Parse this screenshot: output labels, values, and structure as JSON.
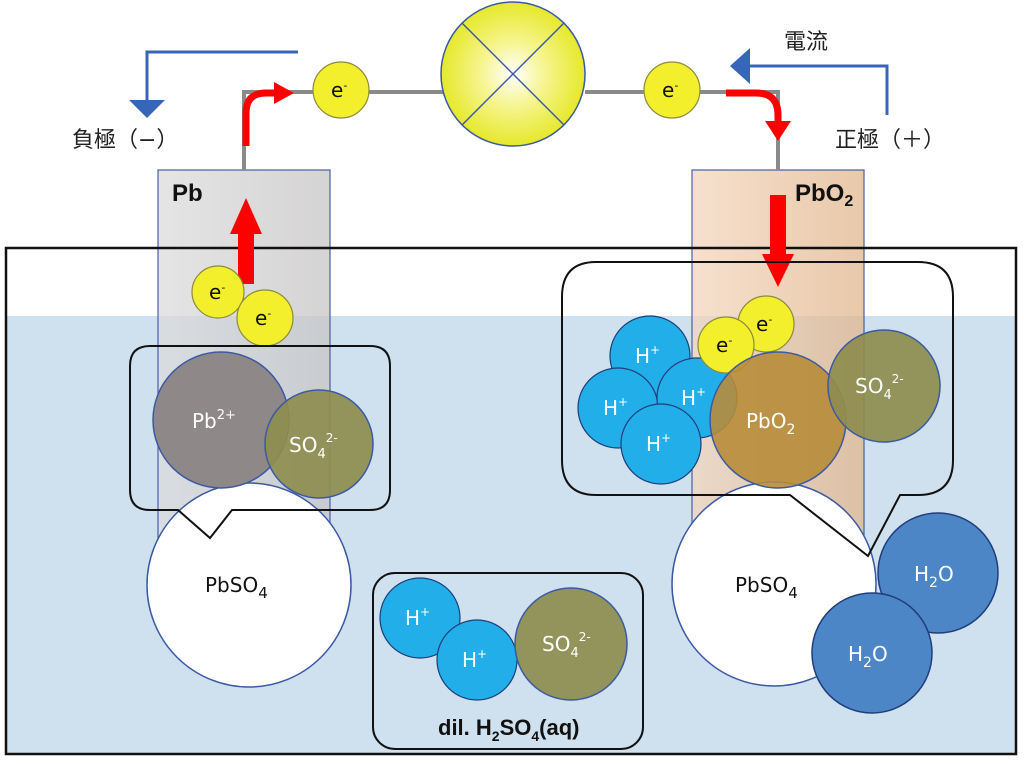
{
  "labels": {
    "negative": "負極（−）",
    "positive": "正極（＋）",
    "current": "電流"
  },
  "electrodes": {
    "left": {
      "main": "Pb"
    },
    "right": {
      "main": "PbO",
      "sub": "2"
    }
  },
  "electron": {
    "main": "e",
    "sup": "-"
  },
  "ions": {
    "pb2": {
      "main": "Pb",
      "sup": "2+"
    },
    "so4": {
      "main": "SO",
      "sub": "4",
      "sup": "2-"
    },
    "h": {
      "main": "H",
      "sup": "+"
    },
    "pbo2": {
      "main": "PbO",
      "sub": "2"
    },
    "pbso4": {
      "main": "PbSO",
      "sub": "4"
    },
    "h2o": {
      "main": "H",
      "sub": "2",
      "tail": "O"
    }
  },
  "electrolyte": {
    "pre": "dil. H",
    "sub1": "2",
    "mid": "SO",
    "sub2": "4",
    "post": "(aq)"
  },
  "colors": {
    "electrolyte": "#cfe0ee",
    "electron": "#f3ef2c",
    "proton": "#22aee9",
    "sulfate": "#8e8d4f",
    "lead_ion": "#8f8888",
    "lead_dioxide": "#b78c3a",
    "water": "#4c86c6",
    "arrow_red": "#ff0000",
    "arrow_blue": "#3766b9",
    "bulb": "#eef03a"
  }
}
